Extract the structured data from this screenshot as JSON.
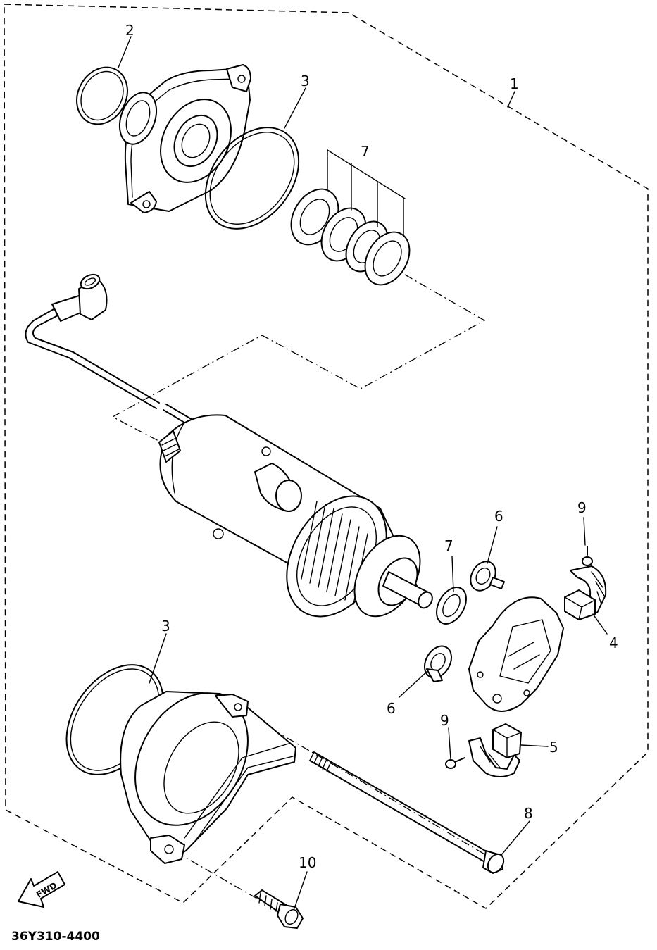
{
  "diagram": {
    "part_code": "36Y310-4400",
    "direction_label": "FWD",
    "callouts": [
      "1",
      "2",
      "3",
      "7",
      "9",
      "6",
      "7",
      "4",
      "3",
      "6",
      "9",
      "5",
      "8",
      "10"
    ]
  }
}
